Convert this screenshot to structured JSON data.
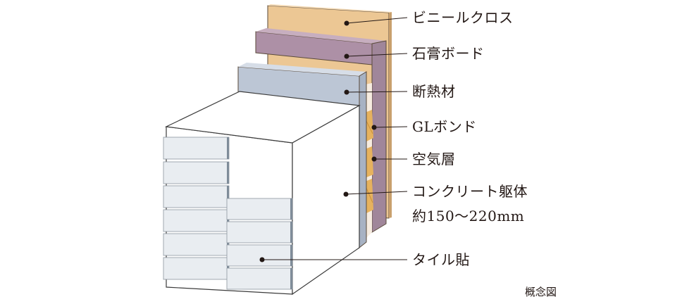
{
  "labels": {
    "vinyl_cloth": "ビニールクロス",
    "gypsum_board": "石膏ボード",
    "insulation": "断熱材",
    "gl_bond": "GLボンド",
    "air_layer": "空気層",
    "concrete": "コンクリート躯体",
    "concrete_thickness": "約150〜220mm",
    "tile": "タイル貼"
  },
  "caption": "概念図",
  "colors": {
    "vinyl_cloth": "#ecc794",
    "gypsum_board": "#a78ba0",
    "insulation": "#bcc6d5",
    "gl_bond": "#e6b25e",
    "tile": "#e9edf1",
    "concrete": "#ffffff",
    "leader": "#231815"
  }
}
